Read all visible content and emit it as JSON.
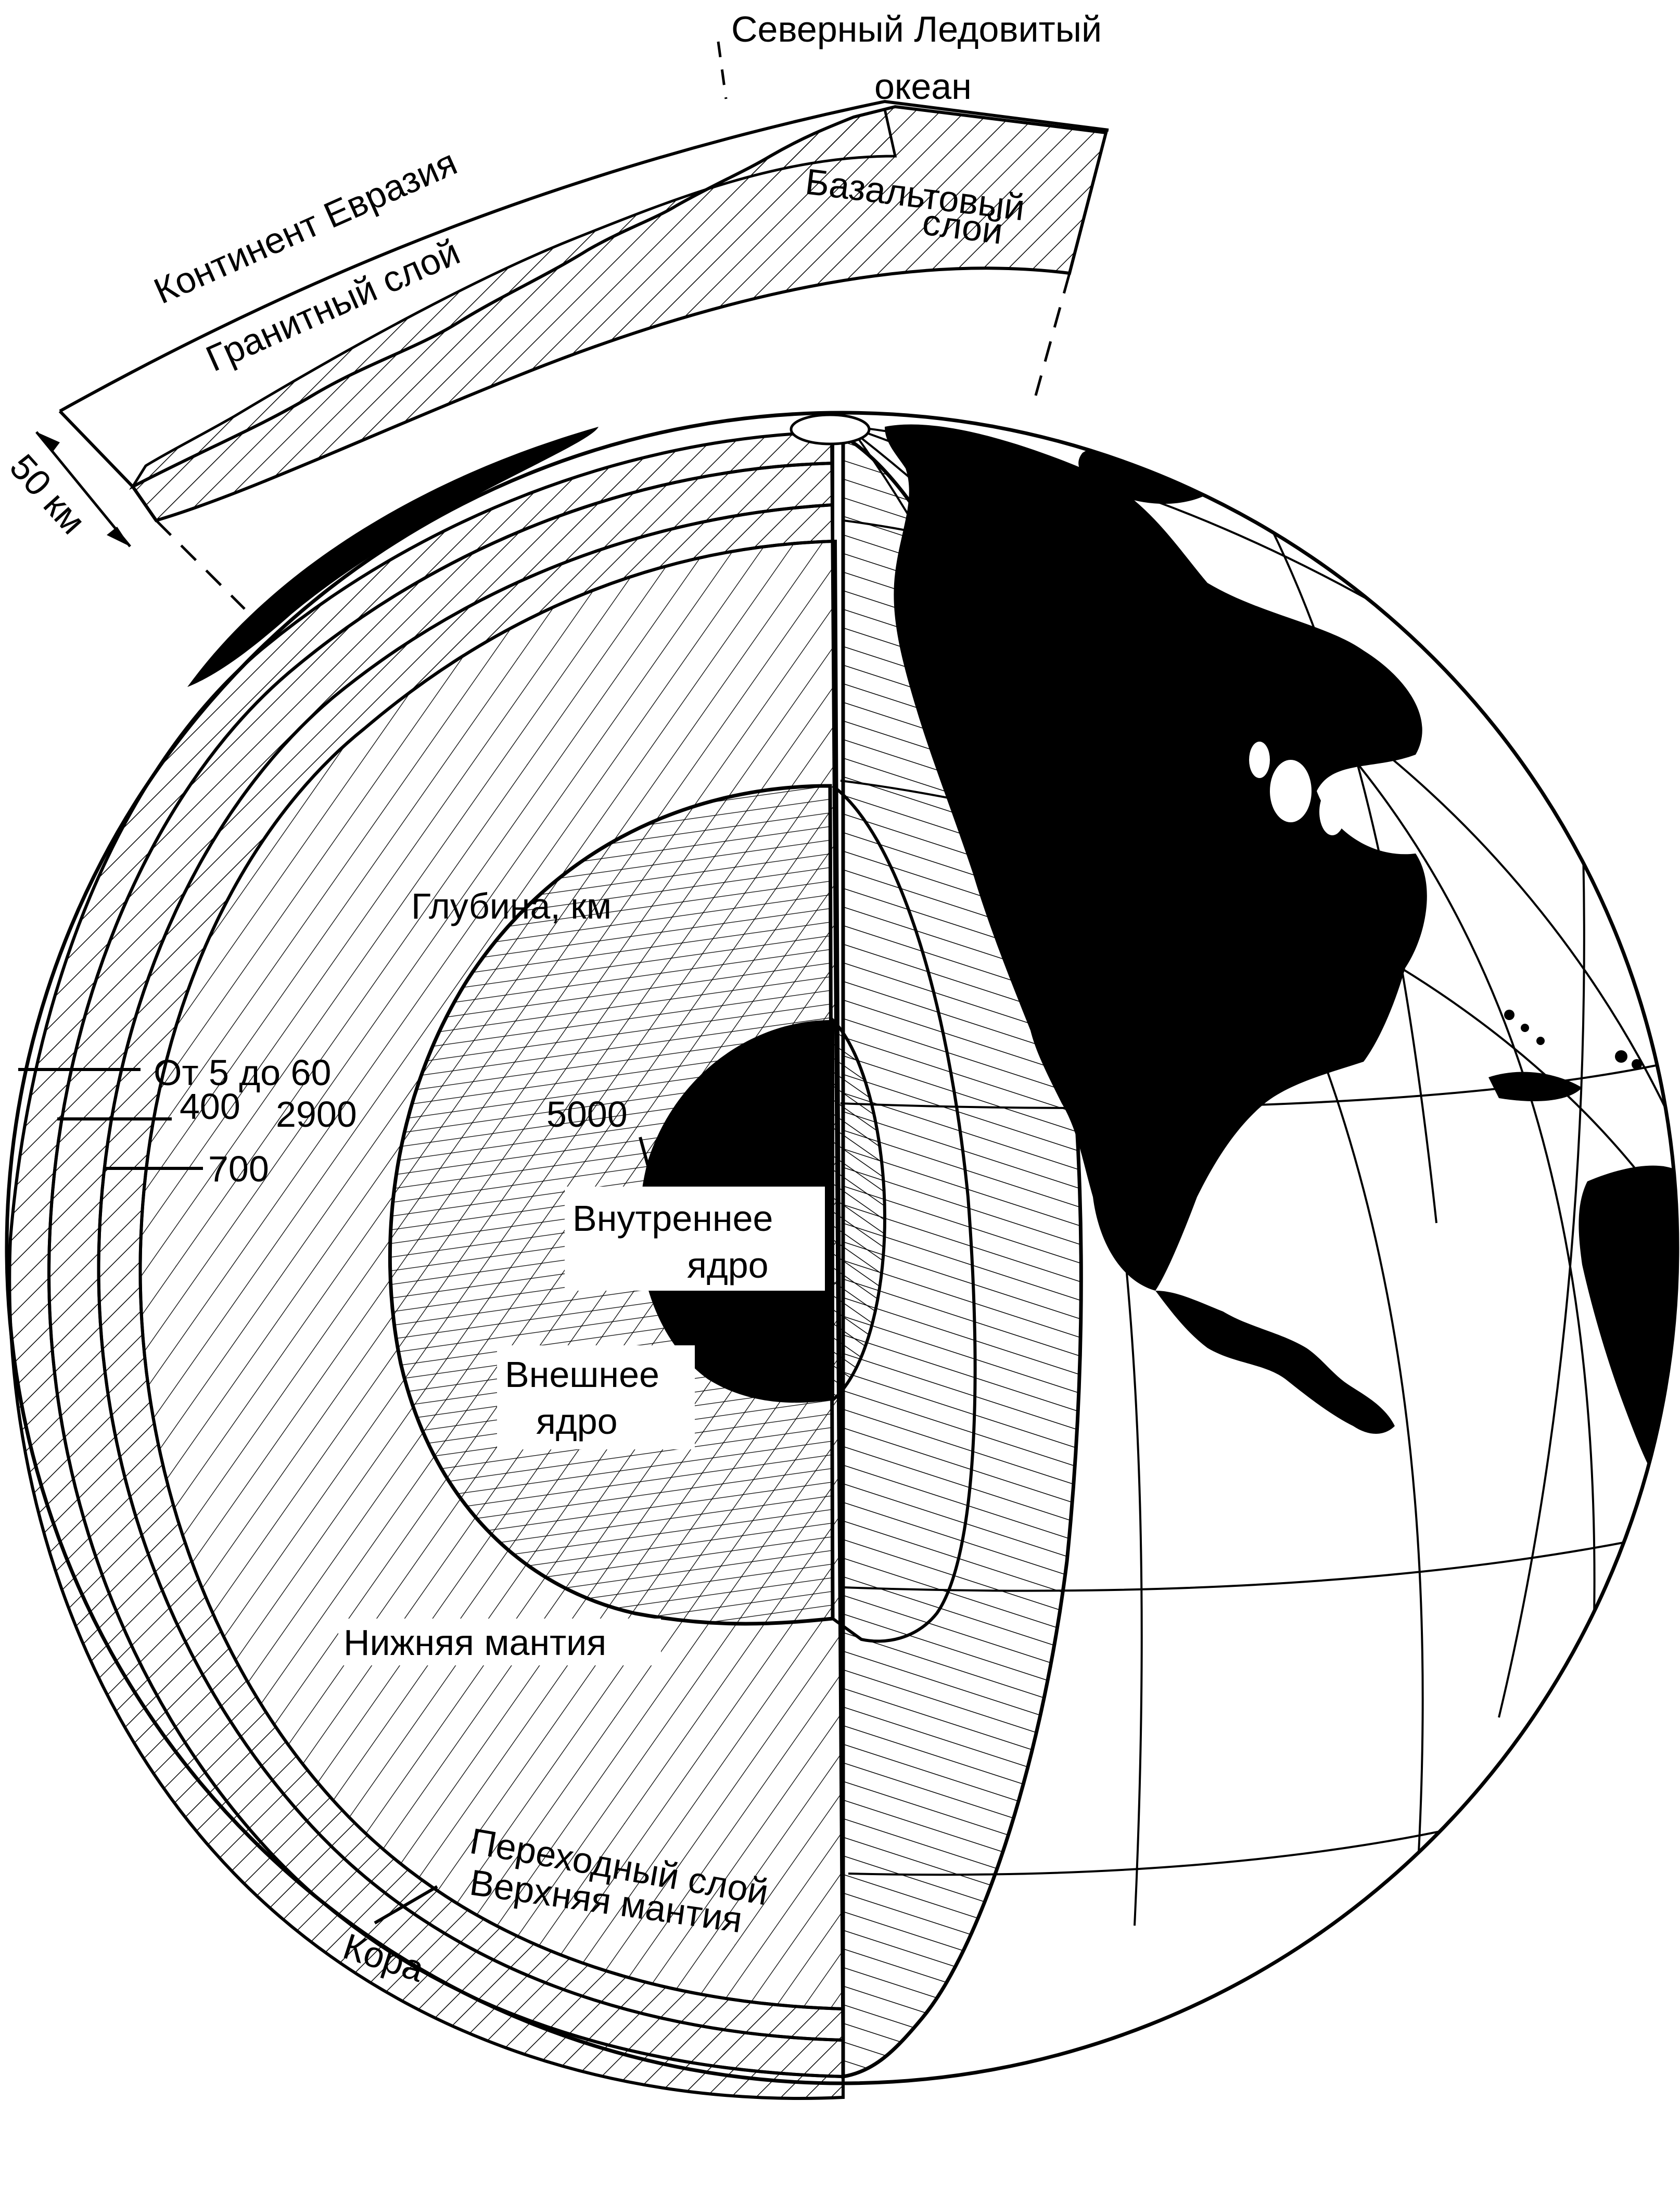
{
  "labels": {
    "ocean": [
      "Северный Ледовитый",
      "океан"
    ],
    "continent": "Континент Евразия",
    "granite": "Гранитный слой",
    "basalt": [
      "Базальтовый",
      "слой"
    ],
    "scale": "50 км",
    "depth_title": "Глубина, км",
    "depth_crust": "От 5 до 60",
    "depth_400": "400",
    "depth_2900": "2900",
    "depth_700": "700",
    "depth_5000": "5000",
    "inner_core": [
      "Внутреннее",
      "ядро"
    ],
    "outer_core": [
      "Внешнее",
      "ядро"
    ],
    "lower_mantle": "Нижняя мантия",
    "transition_layer": "Переходный слой",
    "upper_mantle": "Верхняя мантия",
    "crust": "Кора"
  },
  "colors": {
    "ink": "#000000",
    "paper": "#ffffff"
  }
}
